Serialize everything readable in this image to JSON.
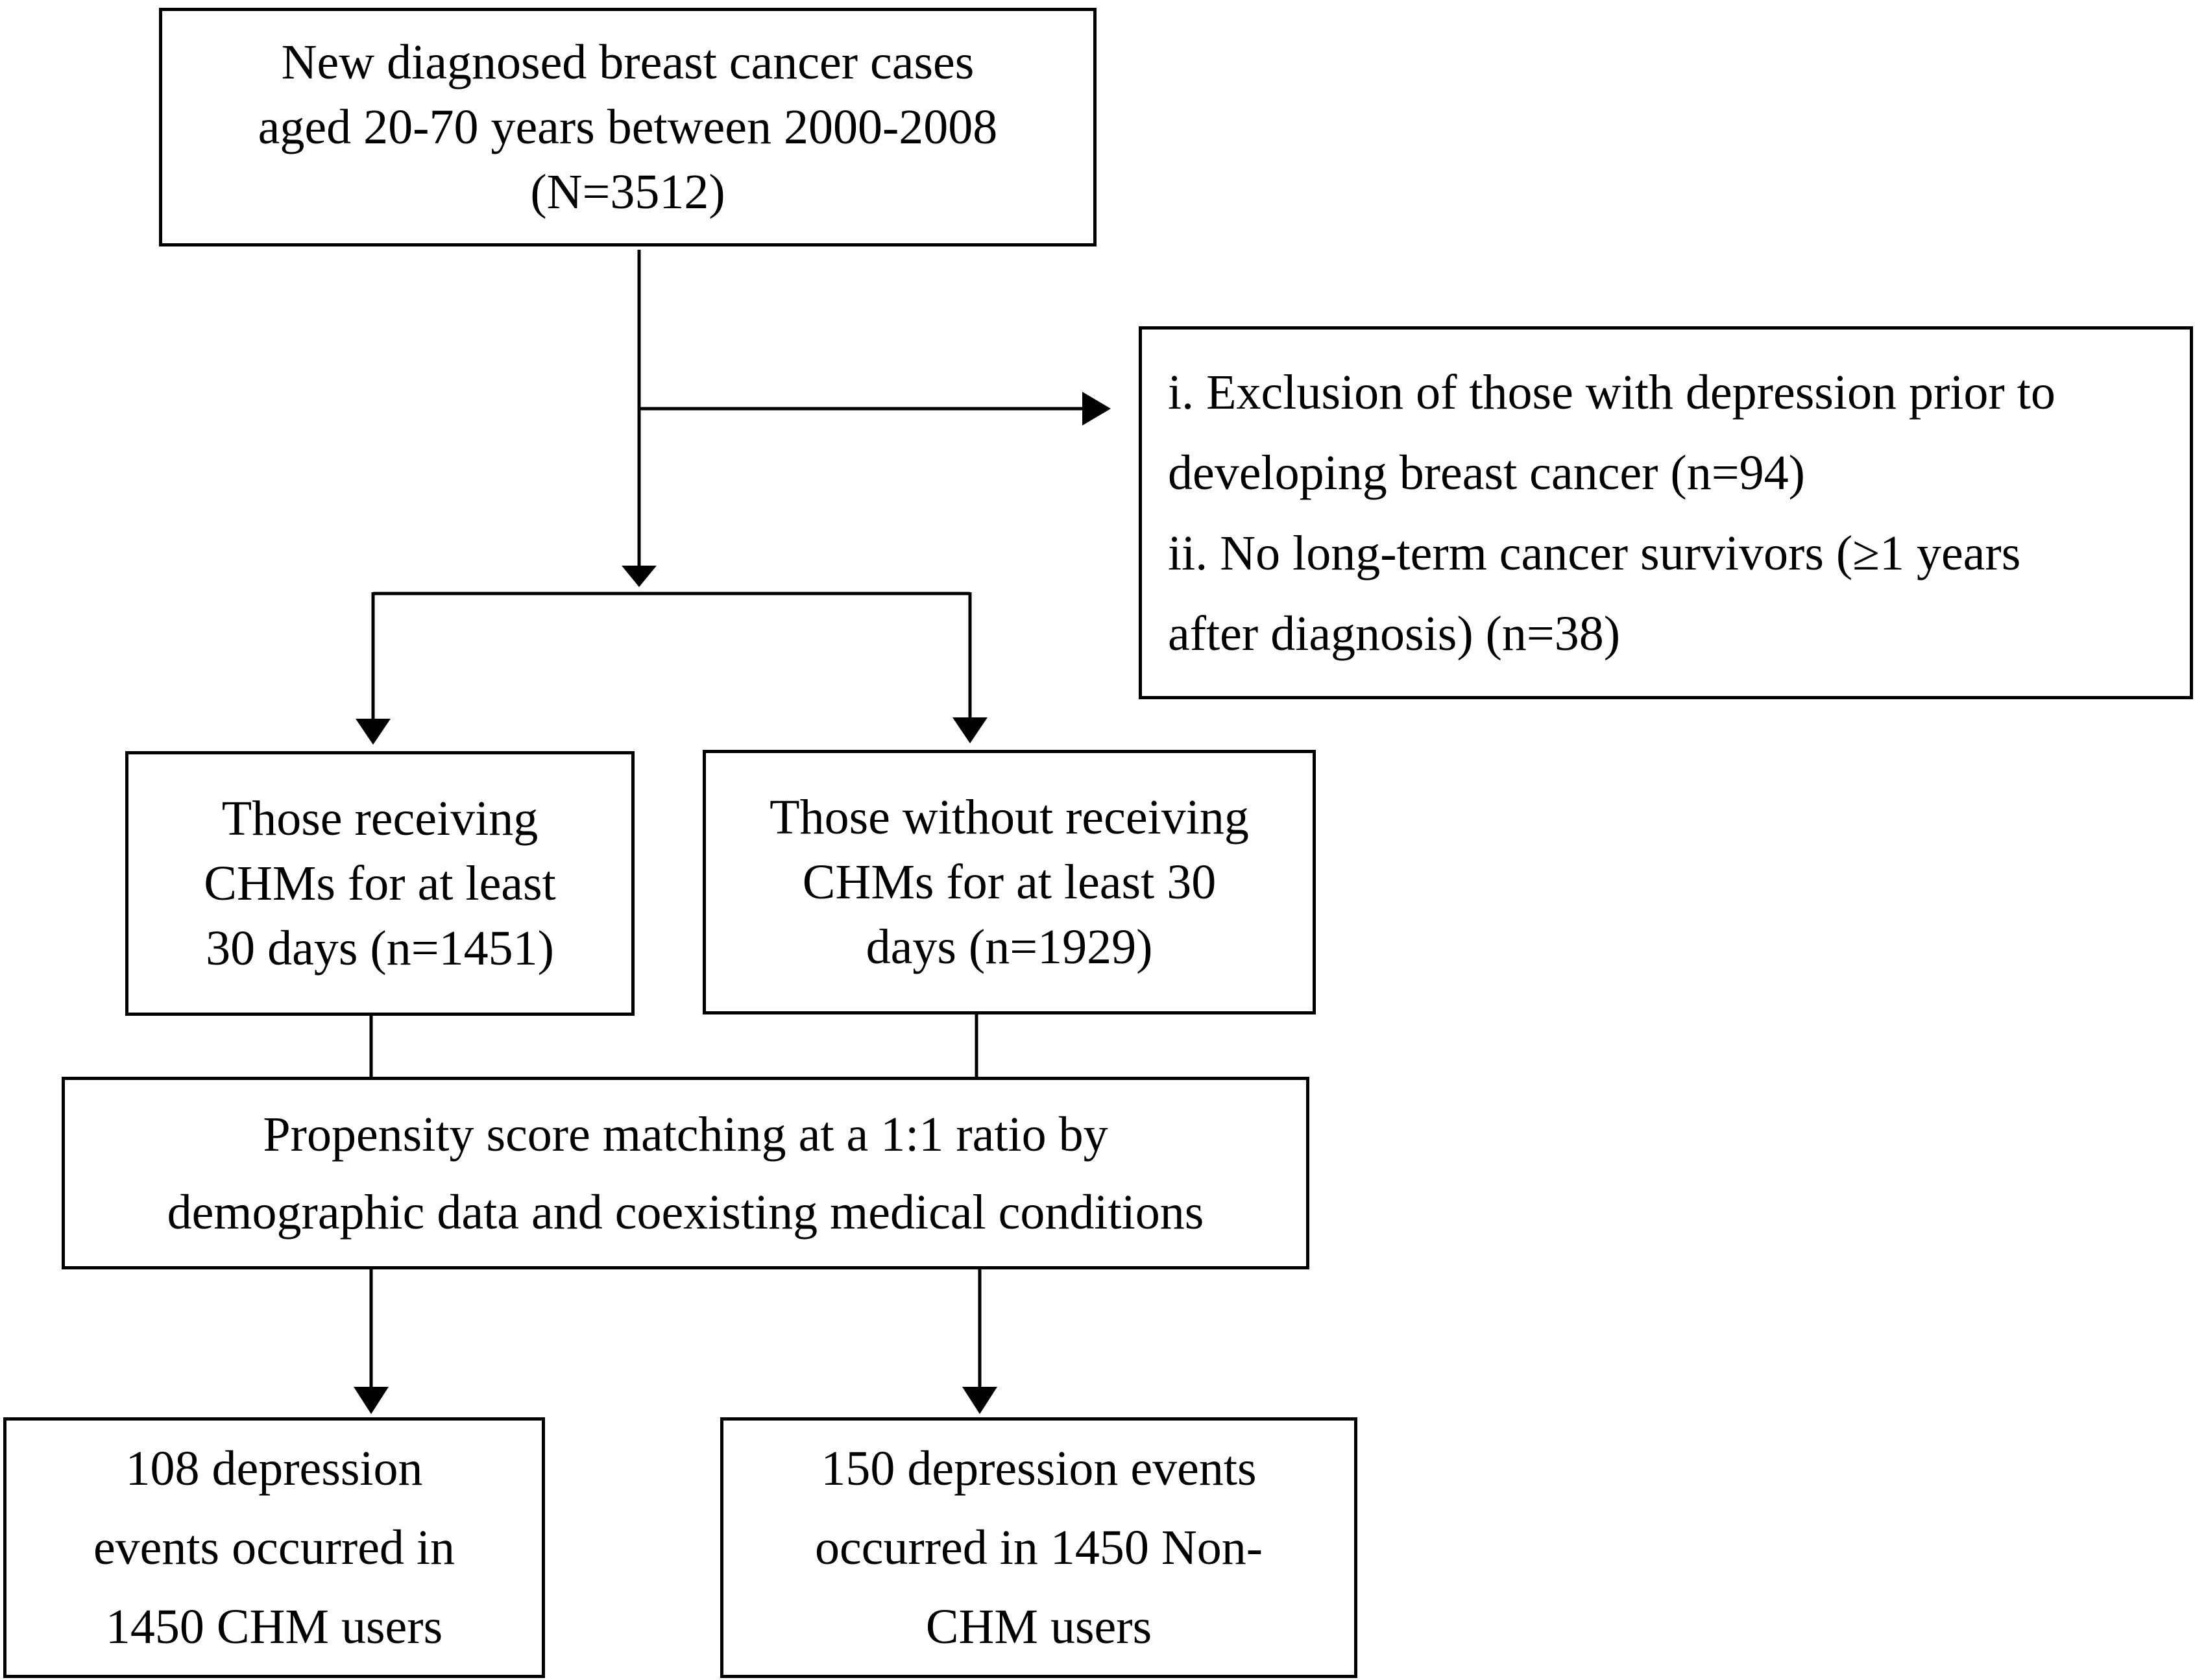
{
  "boxes": {
    "top": {
      "lines": [
        "New diagnosed breast cancer cases",
        "aged 20-70 years between 2000-2008",
        "(N=3512)"
      ]
    },
    "exclusion": {
      "lines": [
        "i. Exclusion of those with depression prior to",
        "developing breast cancer (n=94)",
        "ii. No long-term cancer survivors (≥1 years",
        "after diagnosis) (n=38)"
      ]
    },
    "chm_group": {
      "lines": [
        "Those receiving",
        "CHMs for at least",
        "30 days (n=1451)"
      ]
    },
    "non_chm_group": {
      "lines": [
        "Those without receiving",
        "CHMs for at least 30",
        "days (n=1929)"
      ]
    },
    "matching": {
      "lines": [
        "Propensity score matching at a 1:1 ratio by",
        "demographic data and coexisting medical conditions"
      ]
    },
    "chm_outcome": {
      "lines": [
        "108 depression",
        "events occurred in",
        "1450 CHM users"
      ]
    },
    "non_chm_outcome": {
      "lines": [
        "150 depression events",
        "occurred in 1450 Non-",
        "CHM users"
      ]
    }
  }
}
